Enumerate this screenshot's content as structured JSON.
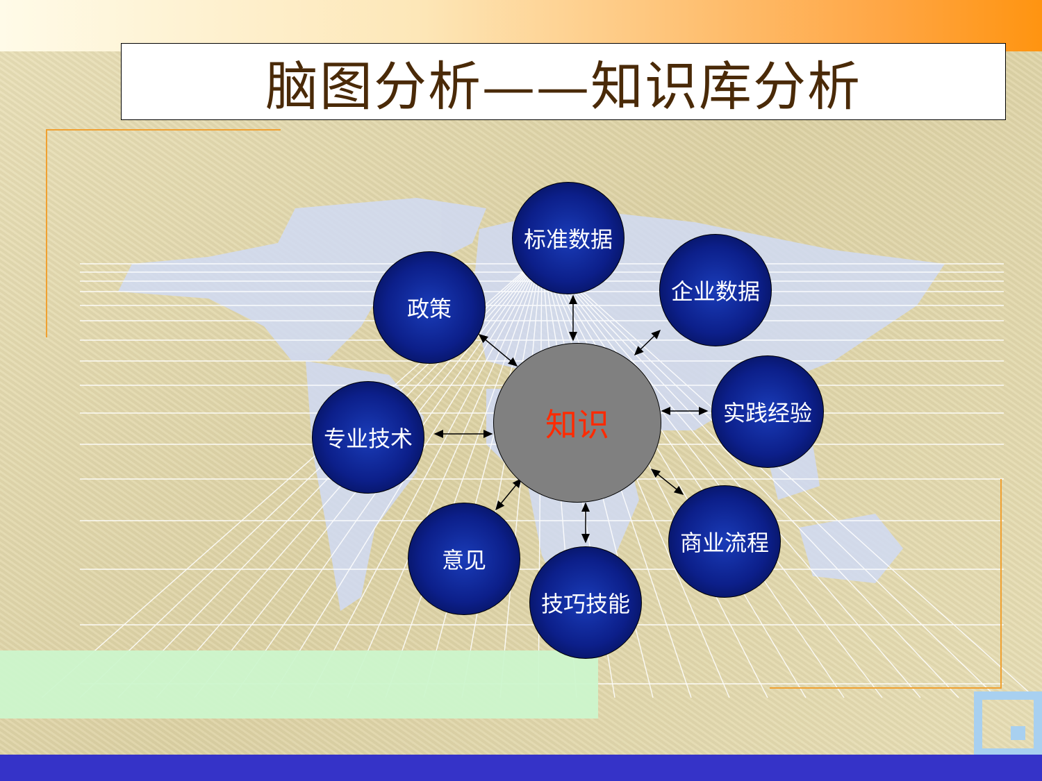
{
  "title": "脑图分析——知识库分析",
  "center": {
    "label": "知识"
  },
  "nodes": [
    {
      "label": "标准数据"
    },
    {
      "label": "企业数据"
    },
    {
      "label": "实践经验"
    },
    {
      "label": "商业流程"
    },
    {
      "label": "技巧技能"
    },
    {
      "label": "意见"
    },
    {
      "label": "专业技术"
    },
    {
      "label": "政策"
    }
  ],
  "colors": {
    "node": "#0c1f8a",
    "center": "#808080",
    "center_text": "#ff2a00",
    "title_text": "#4a2a08",
    "bottom_bar": "#3533c8"
  }
}
